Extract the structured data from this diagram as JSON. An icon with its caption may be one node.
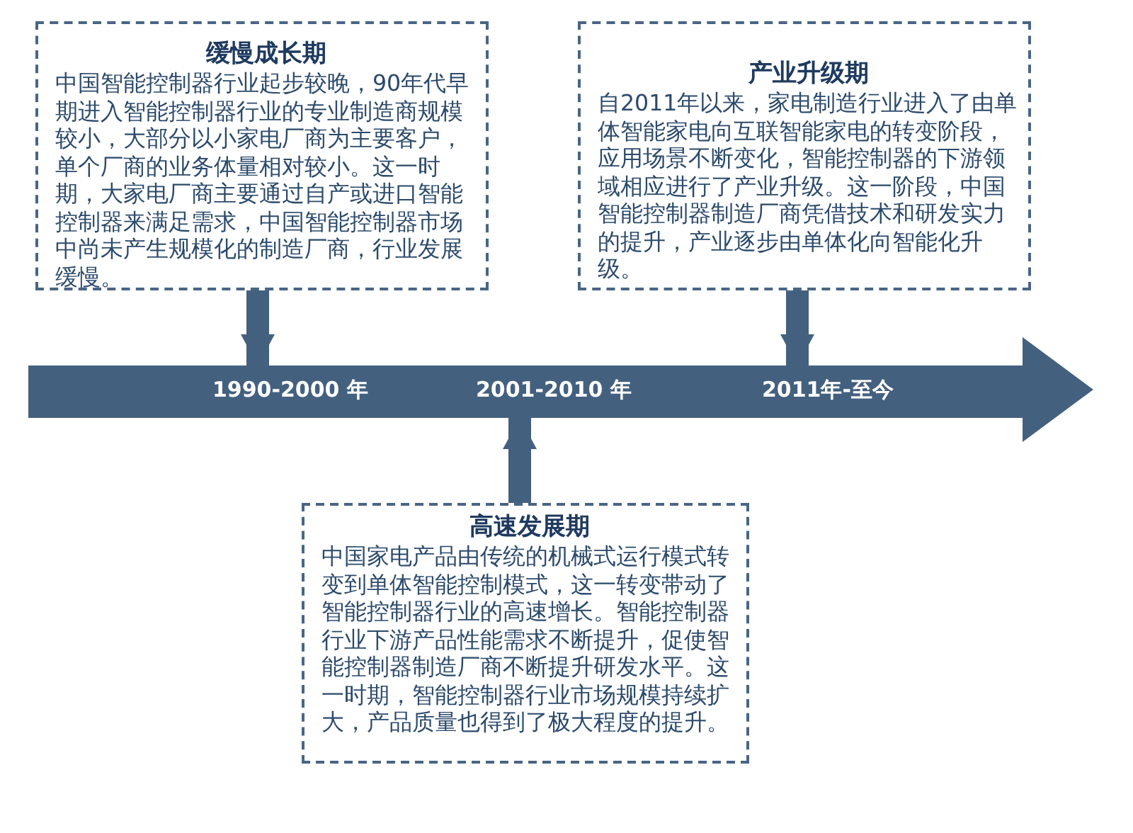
{
  "diagram": {
    "nodes": [
      {
        "text": [
          "缓慢成长期",
          "中国智能控制器行业起步较晚，90年代早期进入智能控制器行业的专业制造商规模较小，大部分以小家电厂商为主要客户，单个厂商的业务体量相对较小。这一时期，大家电厂商主要通过自产或进口智能控制器来满足需求，中国智能控制器市场中尚未产生规模化的制造厂商，行业发展缓慢。"
        ]
      },
      {
        "text": [
          "产业升级期",
          "自2011年以来，家电制造行业进入了由单体智能家电向互联智能家电的转变阶段，应用场景不断变化，智能控制器的下游领域相应进行了产业升级。这一阶段，中国智能控制器制造厂商凭借技术和研发实力的提升，产业逐步由单体化向智能化升级。"
        ]
      },
      {
        "text": [
          "1990-2000 年",
          "2001-2010 年",
          "2011年-至今"
        ]
      },
      {
        "text": [
          "高速发展期",
          "中国家电产品由传统的机械式运行模式转变到单体智能控制模式，这一转变带动了智能控制器行业的高速增长。智能控制器行业下游产品性能需求不断提升，促使智能控制器制造厂商不断提升研发水平。这一时期，智能控制器行业市场规模持续扩大，产品质量也得到了极大程度的提升。"
        ]
      }
    ],
    "edges": [
      {
        "from": 0,
        "to": 2,
        "arrow": "to"
      },
      {
        "from": 1,
        "to": 2,
        "arrow": "to"
      },
      {
        "from": 3,
        "to": 2,
        "arrow": "to"
      }
    ]
  }
}
